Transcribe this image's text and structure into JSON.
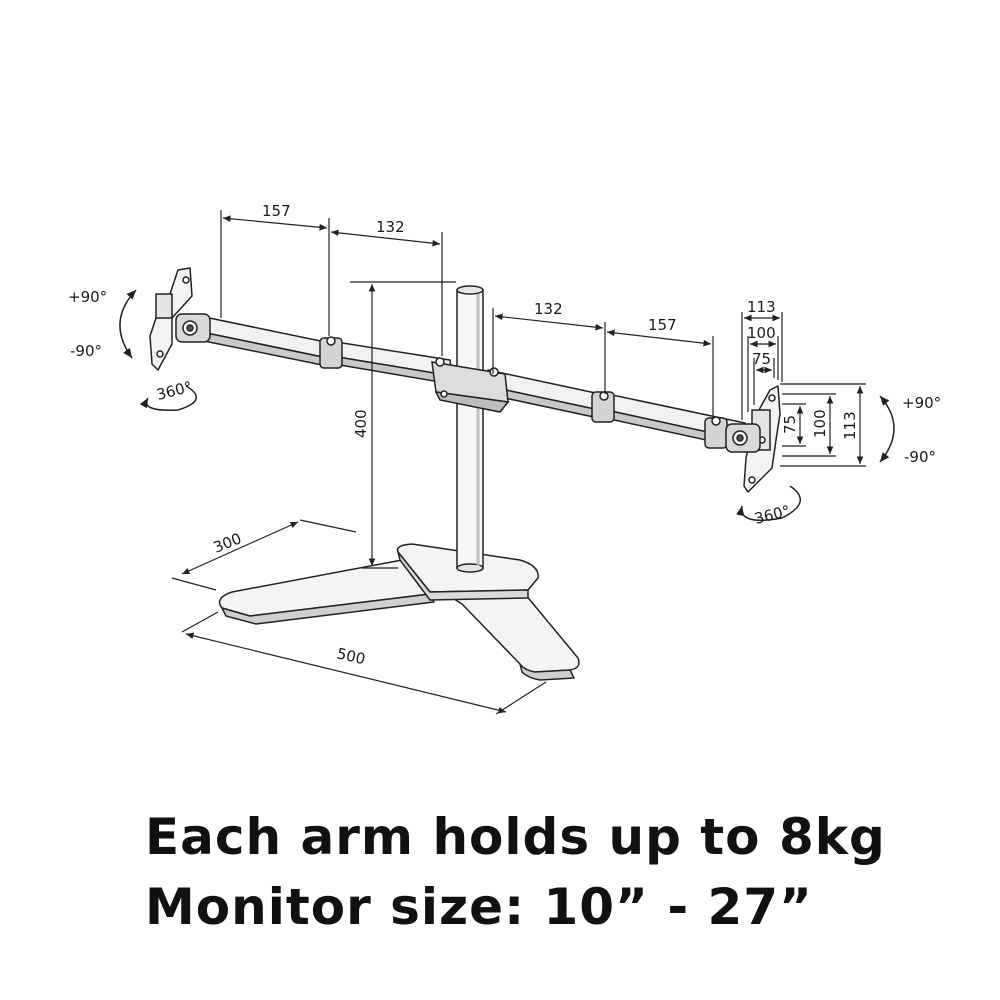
{
  "dimensions": {
    "left_arm_outer": "157",
    "left_arm_inner": "132",
    "right_arm_inner": "132",
    "right_arm_outer": "157",
    "pole_height": "400",
    "base_depth": "300",
    "base_width": "500",
    "vesa_width_113": "113",
    "vesa_width_100": "100",
    "vesa_width_75": "75",
    "vesa_height_75": "75",
    "vesa_height_100": "100",
    "vesa_height_113": "113"
  },
  "rotation": {
    "left_tilt_up": "+90°",
    "left_tilt_down": "-90°",
    "left_swivel": "360°",
    "right_tilt_up": "+90°",
    "right_tilt_down": "-90°",
    "right_swivel": "360°"
  },
  "caption": {
    "line1": "Each arm holds up to 8kg",
    "line2": "Monitor size: 10” - 27”"
  }
}
